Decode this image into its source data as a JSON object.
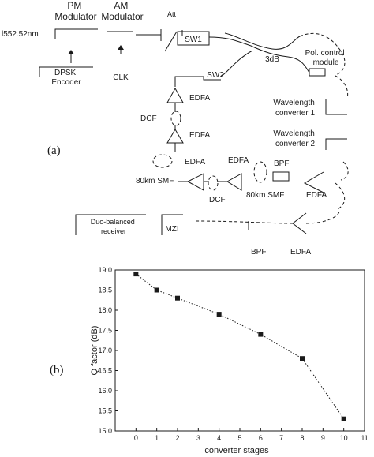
{
  "diagram": {
    "panel_label": "(a)",
    "wavelength": "l552.52nm",
    "pm_modulator": "PM\nModulator",
    "am_modulator": "AM\nModulator",
    "dpsk_encoder": "DPSK\nEncoder",
    "clk": "CLK",
    "att": "Att",
    "sw1": "SW1",
    "sw2": "SW2",
    "coupler": "3dB",
    "pol_control": "Pol. control\nmodule",
    "wc1": "Wavelength\nconverter 1",
    "wc2": "Wavelength\nconverter 2",
    "edfa": "EDFA",
    "dcf": "DCF",
    "smf1": "80km SMF",
    "smf2": "80km SMF",
    "bpf": "BPF",
    "receiver": "Duo-balanced\nreceiver",
    "mzi": "MZI"
  },
  "chart_data": {
    "type": "line",
    "panel_label": "(b)",
    "xlabel": "converter stages",
    "ylabel": "Q factor (dB)",
    "xlim": [
      -1,
      11
    ],
    "ylim": [
      15.0,
      19.0
    ],
    "xticks": [
      0,
      1,
      2,
      3,
      4,
      5,
      6,
      7,
      8,
      9,
      10,
      11
    ],
    "xtick_labels": [
      "0",
      "1",
      "2",
      "3",
      "4",
      "5",
      "6",
      "7",
      "8",
      "9",
      "10",
      "11"
    ],
    "yticks": [
      15.0,
      15.5,
      16.0,
      16.5,
      17.0,
      17.5,
      18.0,
      18.5,
      19.0
    ],
    "ytick_labels": [
      "15.0",
      "15.5",
      "16.0",
      "16.5",
      "17.0",
      "17.5",
      "18.0",
      "18.5",
      "19.0"
    ],
    "x": [
      0,
      1,
      2,
      4,
      6,
      8,
      10
    ],
    "y": [
      18.9,
      18.5,
      18.3,
      17.9,
      17.4,
      16.8,
      15.3
    ],
    "marker": "square",
    "line_style": "dotted",
    "grid": false
  }
}
